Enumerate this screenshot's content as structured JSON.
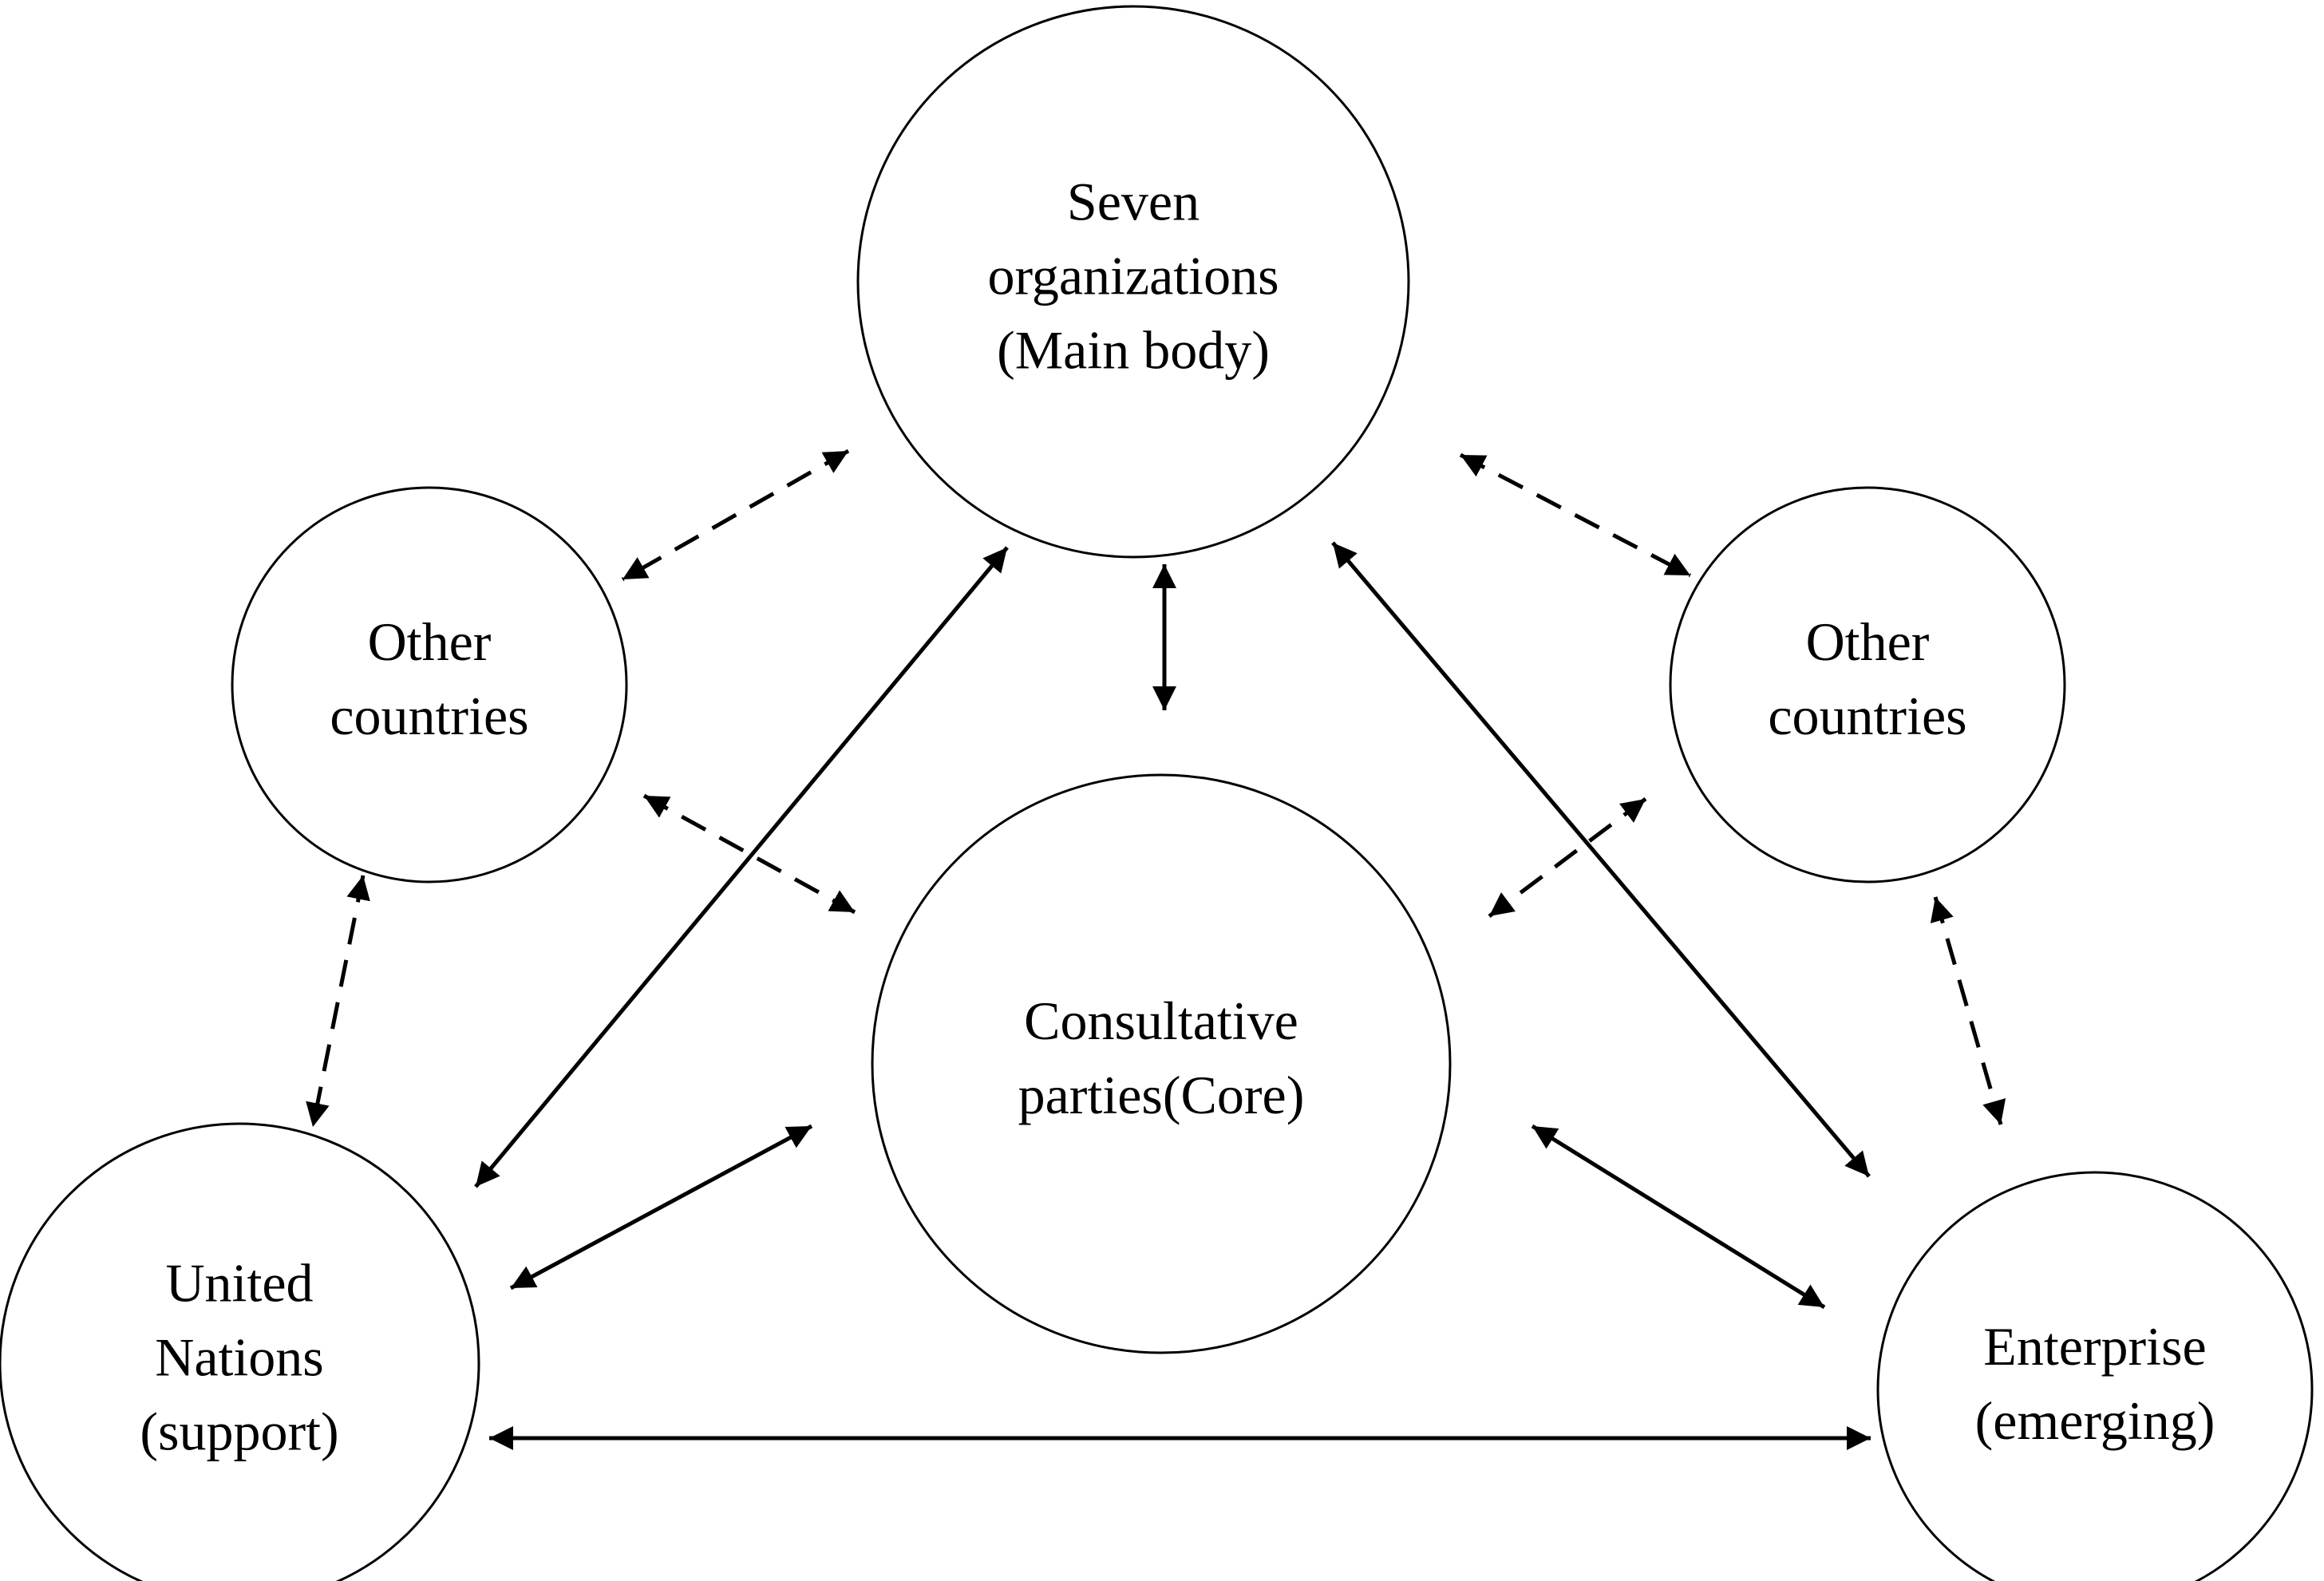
{
  "diagram": {
    "nodes": [
      {
        "id": "seven",
        "lines": [
          "Seven",
          "organizations",
          "(Main body)"
        ]
      },
      {
        "id": "left_other",
        "lines": [
          "Other",
          "countries"
        ]
      },
      {
        "id": "right_other",
        "lines": [
          "Other",
          "countries"
        ]
      },
      {
        "id": "core",
        "lines": [
          "Consultative",
          "parties(Core)"
        ]
      },
      {
        "id": "un",
        "lines": [
          "United",
          "Nations",
          "(support)"
        ]
      },
      {
        "id": "enterprise",
        "lines": [
          "Enterprise",
          "(emerging)"
        ]
      }
    ],
    "edges": [
      {
        "from": "seven",
        "to": "core",
        "style": "solid",
        "direction": "both"
      },
      {
        "from": "seven",
        "to": "un",
        "style": "solid",
        "direction": "both"
      },
      {
        "from": "seven",
        "to": "enterprise",
        "style": "solid",
        "direction": "both"
      },
      {
        "from": "core",
        "to": "un",
        "style": "solid",
        "direction": "both"
      },
      {
        "from": "core",
        "to": "enterprise",
        "style": "solid",
        "direction": "both"
      },
      {
        "from": "un",
        "to": "enterprise",
        "style": "solid",
        "direction": "both"
      },
      {
        "from": "seven",
        "to": "left_other",
        "style": "dashed",
        "direction": "both"
      },
      {
        "from": "seven",
        "to": "right_other",
        "style": "dashed",
        "direction": "both"
      },
      {
        "from": "left_other",
        "to": "core",
        "style": "dashed",
        "direction": "both"
      },
      {
        "from": "right_other",
        "to": "core",
        "style": "dashed",
        "direction": "both"
      },
      {
        "from": "left_other",
        "to": "un",
        "style": "dashed",
        "direction": "both"
      },
      {
        "from": "right_other",
        "to": "enterprise",
        "style": "dashed",
        "direction": "both"
      }
    ]
  }
}
